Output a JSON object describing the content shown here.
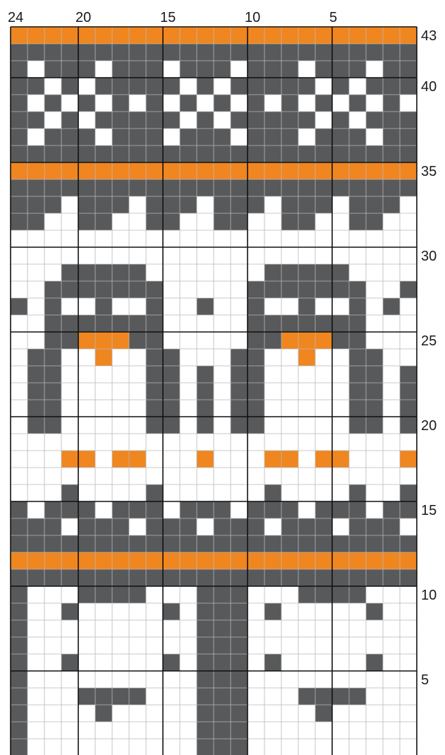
{
  "chart_data": {
    "type": "knitting-colorwork-chart",
    "columns": 24,
    "rows": 43,
    "column_labels": [
      {
        "column": 24,
        "text": "24"
      },
      {
        "column": 20,
        "text": "20"
      },
      {
        "column": 15,
        "text": "15"
      },
      {
        "column": 10,
        "text": "10"
      },
      {
        "column": 5,
        "text": "5"
      }
    ],
    "row_labels": [
      {
        "row": 43,
        "text": "43"
      },
      {
        "row": 40,
        "text": "40"
      },
      {
        "row": 35,
        "text": "35"
      },
      {
        "row": 30,
        "text": "30"
      },
      {
        "row": 25,
        "text": "25"
      },
      {
        "row": 20,
        "text": "20"
      },
      {
        "row": 15,
        "text": "15"
      },
      {
        "row": 10,
        "text": "10"
      },
      {
        "row": 5,
        "text": "5"
      }
    ],
    "colors": {
      "W": "#ffffff",
      "G": "#58595b",
      "O": "#f0861f"
    },
    "grid_rows_top_to_bottom": [
      "OOOOOOOOOOOOOOOOOOOOOOOO",
      "GGGGGGGGGGGGGGGGGGGGGGGG",
      "GWGGGWGGGWGGGWGGGWGGGWGG",
      "GGWGWGGGGGWGWGGGGGWGWGGG",
      "GWGWGWGWGWGWGWGWGWGWGWGW",
      "GGWGWGGGGGWGWGGGGGWGWGGG",
      "GWGGGWGGGWGGGWGGGWGGGWGG",
      "GGGGGGGGGGGGGGGGGGGGGGGG",
      "OOOOOOOOOOOOOOOOOOOOOOOO",
      "GGGGGGGGGGGGGGGGGGGGGGGG",
      "GGGWGGGWGGGWGGGWGGGWGGGW",
      "GGWWGGWWGGWWGGWWGGWWGGWW",
      "WWWWWWWWWWWWWWWWWWWWWWWW",
      "WWWWWWWWWWWWWWWWWWWWWWWW",
      "WWWGGGGGWWWWWWWGGGGGWWWW",
      "WWGGGGGGGWWWWWGGGGGGGWWG",
      "GWGWWGWWGWWGWWGWWGWWGWGW",
      "WWGGGGGGGWWWWWGGGGGGGWWW",
      "WWGGOOOGGWWWWWGGOOOGGWWW",
      "WGGWWOWWGGWWWGGWWOWWGGWW",
      "WGGWWWWWGGWGWGGWWWWWGGWG",
      "WGGWWWWWGGWGWGGWWWWWGGWG",
      "WGGWWWWWGGWGWGGWWWWWGGWG",
      "WGGWWWWWGGWGWGGWWWWWGGWG",
      "WWWWWWWWWWWWWWWWWWWWWWWW",
      "WWWOOWOOWWWOWWWOOWOOWWWO",
      "WWWWWWWWWWWWWWWWWWWWWWWW",
      "WWWGWWWWGWWWWWWGWWWWGWWG",
      "GWGGGWGGGWGGGWGGGWGGGWGG",
      "GGGWGGGWGGGWGGGWGGGWGGGW",
      "GGGGGGGGGGGGGGGGGGGGGGGG",
      "OOOOOOOOOOOOOOOOOOOOOOOO",
      "GGGGGGGGGGGGGGGGGGGGGGGG",
      "GWWWGGGGWWWGGGWWWGGGGWWW",
      "GWWGWWWWWGWGGGWGWWWWWGWW",
      "GWWWWWWWWWWGGGWWWWWWWWWW",
      "GWWWWWWWWWWGGGWWWWWWWWWW",
      "GWWGWWWWWGWGGGWGWWWWWGWW",
      "GWWWWWWWWWWGGGWWWWWWWWWW",
      "GWWWGGGGWWWGGGWWWGGGGWWW",
      "GWWWWGWWWWWGGGWWWWGWWWWW",
      "GWWWWWWWWWWGGGWWWWWWWWWW",
      "GWWWWWWWWWWGGGWWWWWWWWWW"
    ]
  }
}
